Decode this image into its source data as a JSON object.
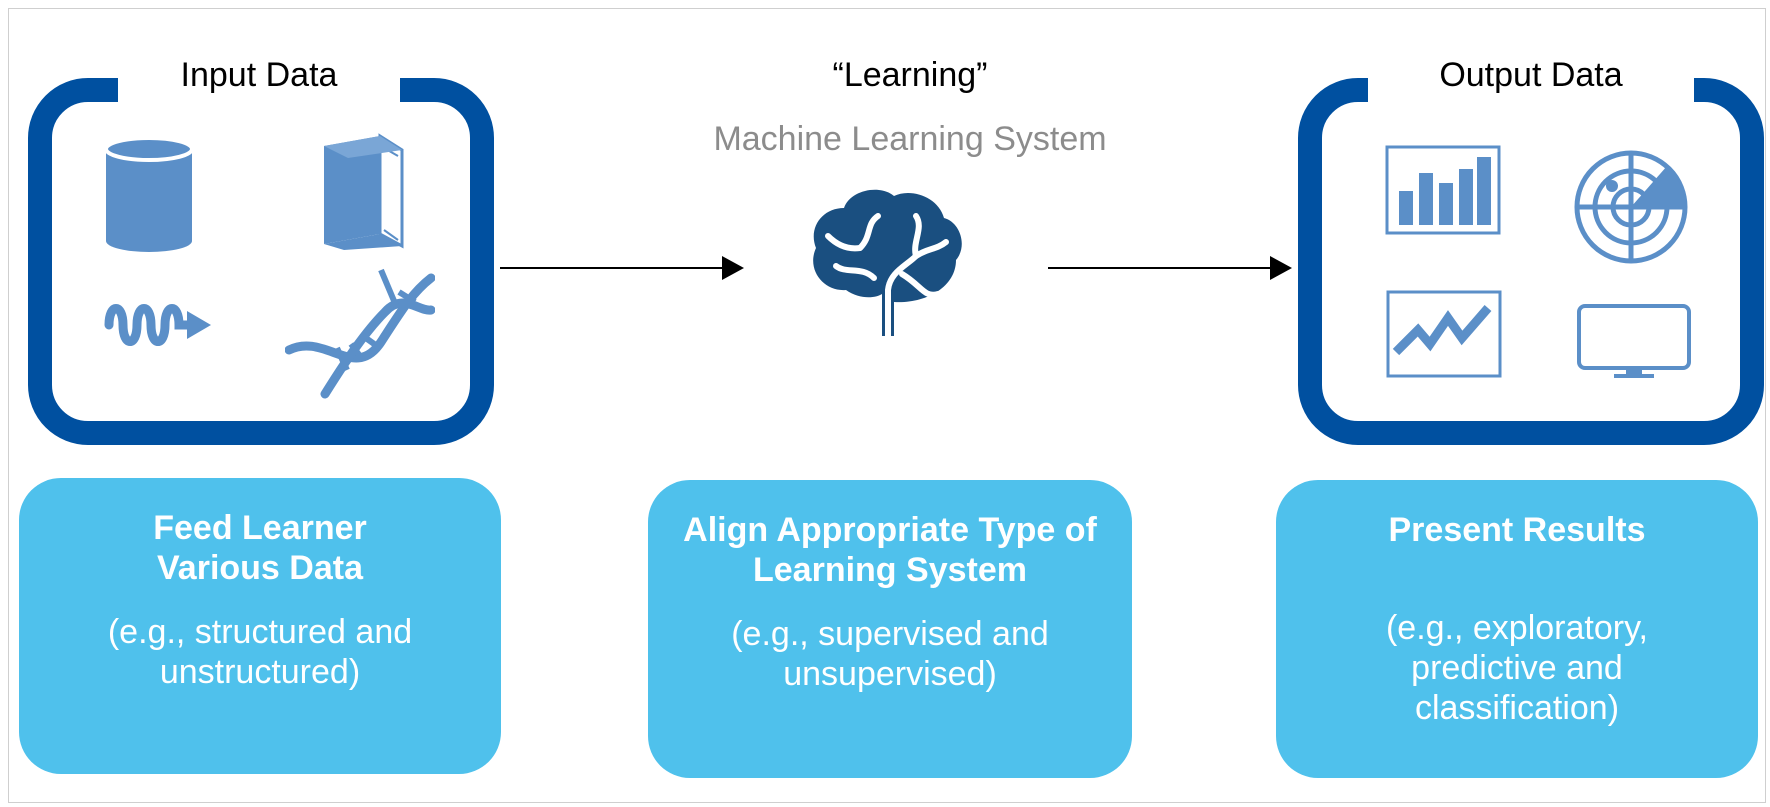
{
  "input": {
    "title": "Input Data",
    "icons": [
      "database-icon",
      "book-icon",
      "signal-wave-icon",
      "dna-icon"
    ]
  },
  "learning": {
    "title": "“Learning”",
    "subtitle": "Machine Learning System",
    "icon": "brain-icon"
  },
  "output": {
    "title": "Output Data",
    "icons": [
      "bar-chart-icon",
      "radar-icon",
      "line-chart-icon",
      "monitor-icon"
    ]
  },
  "steps": [
    {
      "heading": "Feed Learner Various Data",
      "detail": "(e.g., structured and unstructured)"
    },
    {
      "heading": "Align Appropriate Type of Learning System",
      "detail": "(e.g., supervised and unsupervised)"
    },
    {
      "heading": "Present Results",
      "detail": "(e.g., exploratory, predictive and classification)"
    }
  ],
  "colors": {
    "frame_blue": "#0050a0",
    "icon_blue": "#5b8fc8",
    "brain_blue": "#1a4f80",
    "box_cyan": "#4fc1ec",
    "subtitle_gray": "#8c8c8c"
  }
}
